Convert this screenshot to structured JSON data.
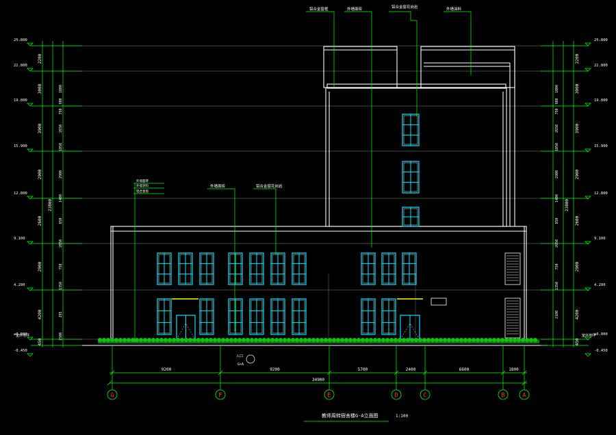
{
  "drawing": {
    "title": "教师周转宿舍楼G-A立面图",
    "scale": "1:100"
  },
  "colors": {
    "background": "#000000",
    "outline": "#ffffff",
    "grid_gray": "#8c8c8c",
    "window": "#00e5ff",
    "dimension": "#00ff00",
    "ground": "#00aa00",
    "accent": "#ffff00",
    "axis_blue": "#0050ff"
  },
  "elevations": [
    {
      "label": "25.800"
    },
    {
      "label": "22.800"
    },
    {
      "label": "19.800"
    },
    {
      "label": "15.900"
    },
    {
      "label": "12.800"
    },
    {
      "label": "9.100"
    },
    {
      "label": "4.200"
    },
    {
      "label": "±0.000"
    },
    {
      "label": "-0.450"
    }
  ],
  "left_dims": [
    "2200",
    "3000",
    "3900",
    "2900",
    "2600",
    "2900",
    "4200",
    "450"
  ],
  "left_total": "23800",
  "left_inner_dims": [
    "1000",
    "900",
    "750",
    "2650",
    "1050",
    "2900",
    "1400",
    "850",
    "2650",
    "750",
    "1350",
    "295",
    "1500"
  ],
  "right_dims": [
    "2200",
    "3000",
    "3900",
    "2900",
    "2600",
    "2900",
    "4200",
    "450"
  ],
  "right_total": "23800",
  "right_inner_dims": [
    "1000",
    "900",
    "750",
    "2650",
    "1050",
    "2900",
    "1400",
    "850",
    "2650",
    "750",
    "1350",
    "2100"
  ],
  "bottom_dims": [
    "9200",
    "9200",
    "5700",
    "2400",
    "6600",
    "1800"
  ],
  "bottom_total": "34900",
  "axes": [
    "G",
    "F",
    "E",
    "D",
    "C",
    "B",
    "A"
  ],
  "callouts_top": [
    "铝合金窗框",
    "外墙面砖",
    "铝合金窗花岗岩",
    "外墙涂料"
  ],
  "callouts_mid": [
    "外墙面砖",
    "铝合金窗花岗岩"
  ],
  "callouts_left": [
    "外墙面砖",
    "外墙涂料",
    "铝合金窗"
  ],
  "ground_labels": {
    "left": "室外地坪",
    "right": "室外地坪"
  },
  "entrance_note": {
    "text": "入口",
    "symbol": "G×A"
  }
}
